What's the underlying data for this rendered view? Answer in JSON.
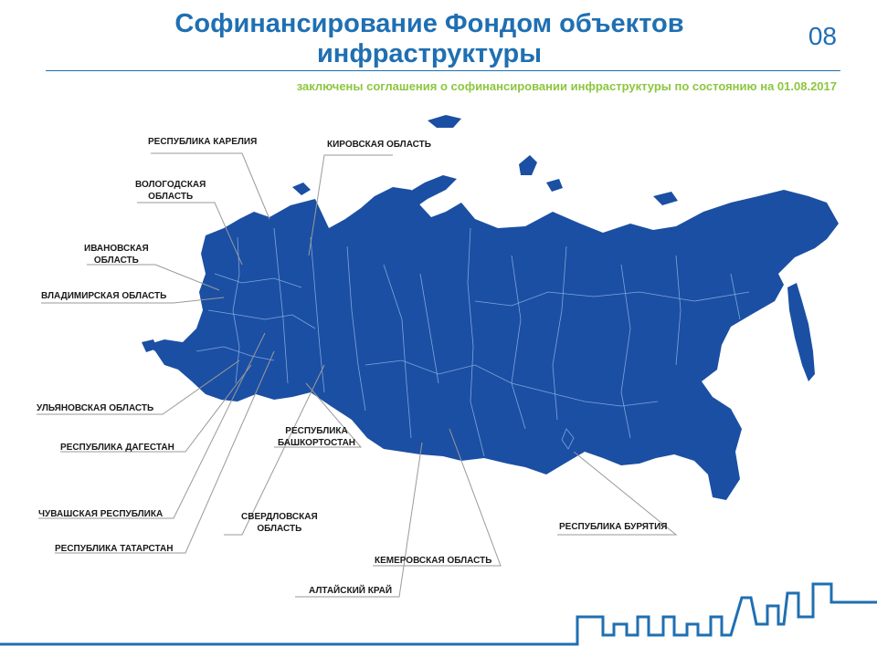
{
  "header": {
    "title_line1": "Софинансирование Фондом объектов",
    "title_line2": "инфраструктуры",
    "page_number": "08",
    "subtitle": "заключены соглашения о софинансировании инфраструктуры по состоянию на 01.08.2017"
  },
  "regions": {
    "karelia": "РЕСПУБЛИКА КАРЕЛИЯ",
    "kirov": "КИРОВСКАЯ ОБЛАСТЬ",
    "vologda_1": "ВОЛОГОДСКАЯ",
    "vologda_2": "ОБЛАСТЬ",
    "ivanovo_1": "ИВАНОВСКАЯ",
    "ivanovo_2": "ОБЛАСТЬ",
    "vladimir": "ВЛАДИМИРСКАЯ ОБЛАСТЬ",
    "ulyanovsk": "УЛЬЯНОВСКАЯ ОБЛАСТЬ",
    "dagestan": "РЕСПУБЛИКА ДАГЕСТАН",
    "chuvashia": "ЧУВАШСКАЯ РЕСПУБЛИКА",
    "tatarstan": "РЕСПУБЛИКА ТАТАРСТАН",
    "bashkortostan_1": "РЕСПУБЛИКА",
    "bashkortostan_2": "БАШКОРТОСТАН",
    "sverdlovsk_1": "СВЕРДЛОВСКАЯ",
    "sverdlovsk_2": "ОБЛАСТЬ",
    "kemerovo": "КЕМЕРОВСКАЯ ОБЛАСТЬ",
    "altai": "АЛТАЙСКИЙ КРАЙ",
    "buryatia": "РЕСПУБЛИКА БУРЯТИЯ"
  },
  "colors": {
    "title": "#1f6fb2",
    "subtitle": "#8dc63f",
    "map_fill": "#1b4fa3",
    "map_borders": "#7fa6dc",
    "leader_lines": "#9a9a9a",
    "skyline": "#1f6fb2"
  }
}
